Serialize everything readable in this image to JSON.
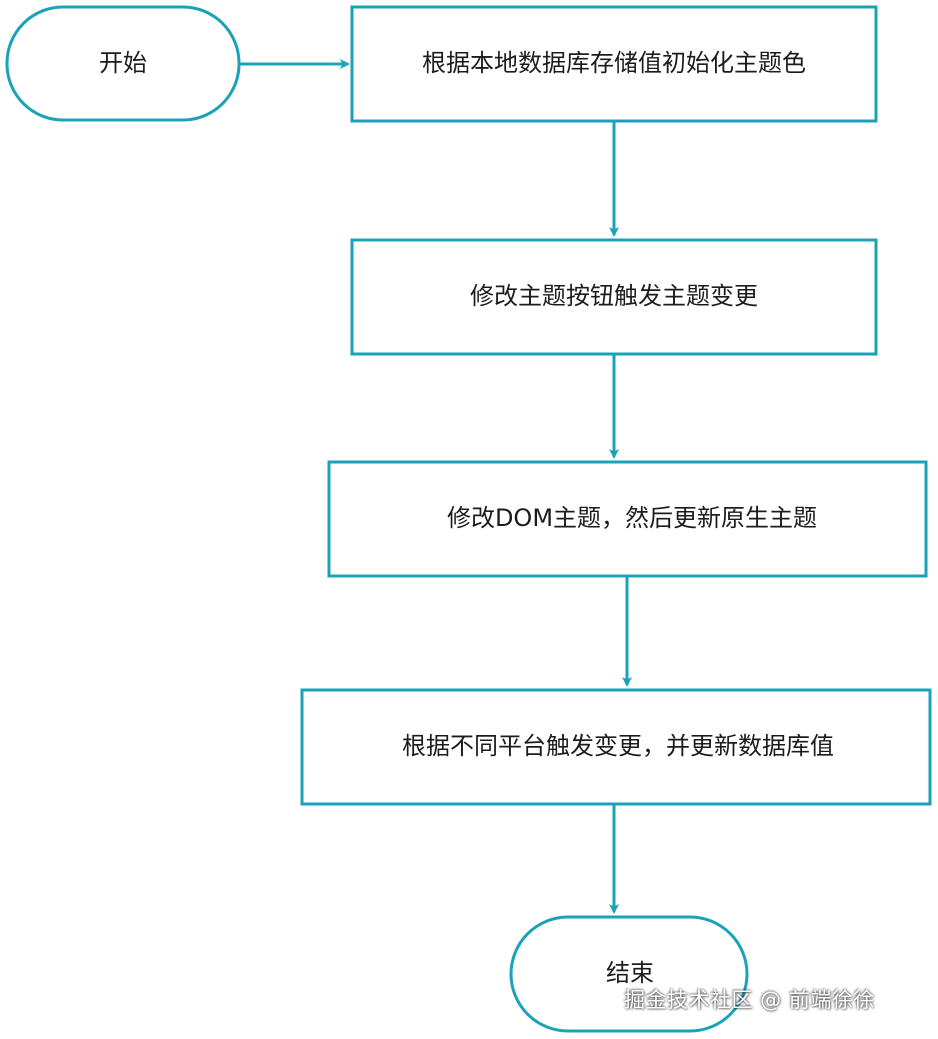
{
  "flowchart": {
    "colors": {
      "stroke": "#1aa3b8",
      "text": "#1c1c1c",
      "background": "#ffffff"
    },
    "start": {
      "label": "开始"
    },
    "steps": [
      {
        "label": "根据本地数据库存储值初始化主题色"
      },
      {
        "label": "修改主题按钮触发主题变更"
      },
      {
        "label": "修改DOM主题，然后更新原生主题"
      },
      {
        "label": "根据不同平台触发变更，并更新数据库值"
      }
    ],
    "end": {
      "label": "结束"
    }
  },
  "watermark": "掘金技术社区 @ 前端徐徐"
}
